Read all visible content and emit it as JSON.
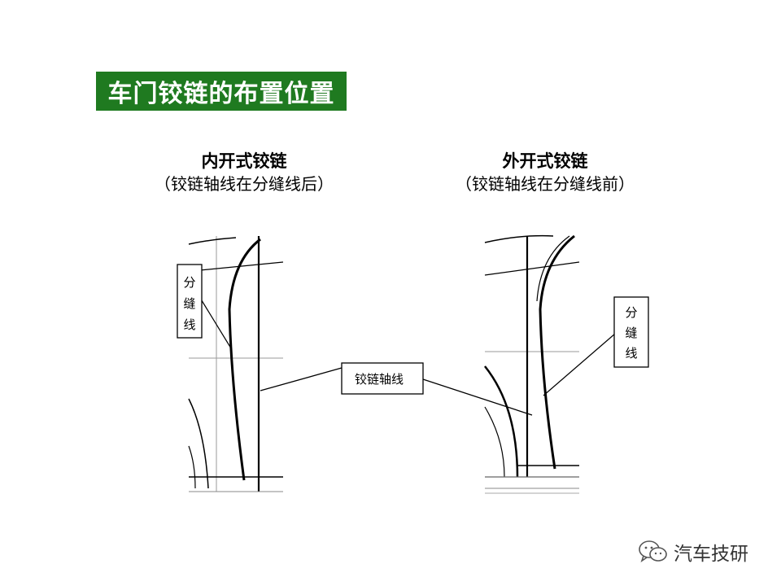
{
  "title": "车门铰链的布置位置",
  "left": {
    "heading": "内开式铰链",
    "sub": "（铰链轴线在分缝线后）",
    "seam_label": [
      "分",
      "缝",
      "线"
    ]
  },
  "right": {
    "heading": "外开式铰链",
    "sub": "（铰链轴线在分缝线前）",
    "seam_label": [
      "分",
      "缝",
      "线"
    ]
  },
  "axis_label": "铰链轴线",
  "watermark": {
    "text": "汽车技研",
    "icon": "wechat-icon"
  },
  "colors": {
    "title_bg": "#1f7a20",
    "title_text": "#ffffff"
  }
}
